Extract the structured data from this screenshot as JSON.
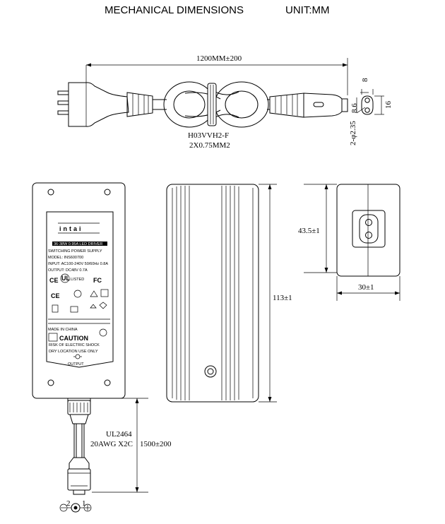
{
  "header": {
    "title": "MECHANICAL DIMENSIONS",
    "unit": "UNIT:MM"
  },
  "cord": {
    "length": "1200MM±200",
    "type": "H03VVH2-F",
    "gauge": "2X0.75MM2",
    "pin_dia": "2-φ2.35",
    "dim_8": "8",
    "dim_86": "8.6",
    "dim_16": "16"
  },
  "label": {
    "brand": "intai",
    "line1": "36-38W 0.95A LED DRIVER",
    "line2": "SWITCHING POWER SUPPLY",
    "line3": "MODEL: INS600700",
    "line4": "INPUT: AC100-240V 50/60Hz 0.8A",
    "line5": "OUTPUT: DC48V 0.7A",
    "listed": "LISTED",
    "caution": "CAUTION",
    "made_in": "MADE IN CHINA",
    "risk": "RISK OF ELECTRIC SHOCK",
    "dry": "DRY LOCATION USE ONLY",
    "output": "OUTPUT"
  },
  "side_view": {
    "length": "113±1"
  },
  "end_view": {
    "height": "43.5±1",
    "width": "30±1"
  },
  "dc_cable": {
    "type": "UL2464",
    "gauge": "20AWG X2C",
    "length": "1500±200",
    "pin_neg": "2",
    "pin_pos": "1"
  }
}
